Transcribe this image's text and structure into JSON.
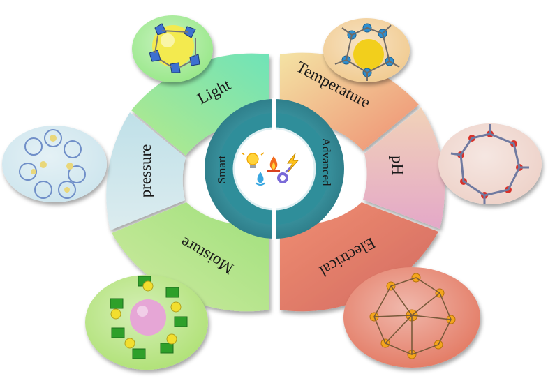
{
  "center": {
    "left_label": "Smart",
    "right_label": "Advanced",
    "icons": [
      "lightbulb-icon",
      "flame-icon",
      "lightning-icon",
      "water-drop-icon",
      "ph-icon"
    ]
  },
  "segments": [
    {
      "id": "light",
      "label": "Light",
      "color": "#9ee08a"
    },
    {
      "id": "pressure",
      "label": "pressure",
      "color": "#bfe3ea"
    },
    {
      "id": "moisture",
      "label": "Moisture",
      "color": "#b7e27a"
    },
    {
      "id": "temperature",
      "label": "Temperature",
      "color": "#f0b48c"
    },
    {
      "id": "ph",
      "label": "pH",
      "color": "#e9bfc6"
    },
    {
      "id": "electrical",
      "label": "Electrical",
      "color": "#e98c78"
    }
  ],
  "structures": [
    {
      "id": "light",
      "name": "light-mof-structure-image"
    },
    {
      "id": "temperature",
      "name": "temperature-mof-structure-image"
    },
    {
      "id": "pressure",
      "name": "pressure-mof-structure-image"
    },
    {
      "id": "ph",
      "name": "ph-mof-structure-image"
    },
    {
      "id": "moisture",
      "name": "moisture-mof-structure-image"
    },
    {
      "id": "electrical",
      "name": "electrical-mof-structure-image"
    }
  ]
}
